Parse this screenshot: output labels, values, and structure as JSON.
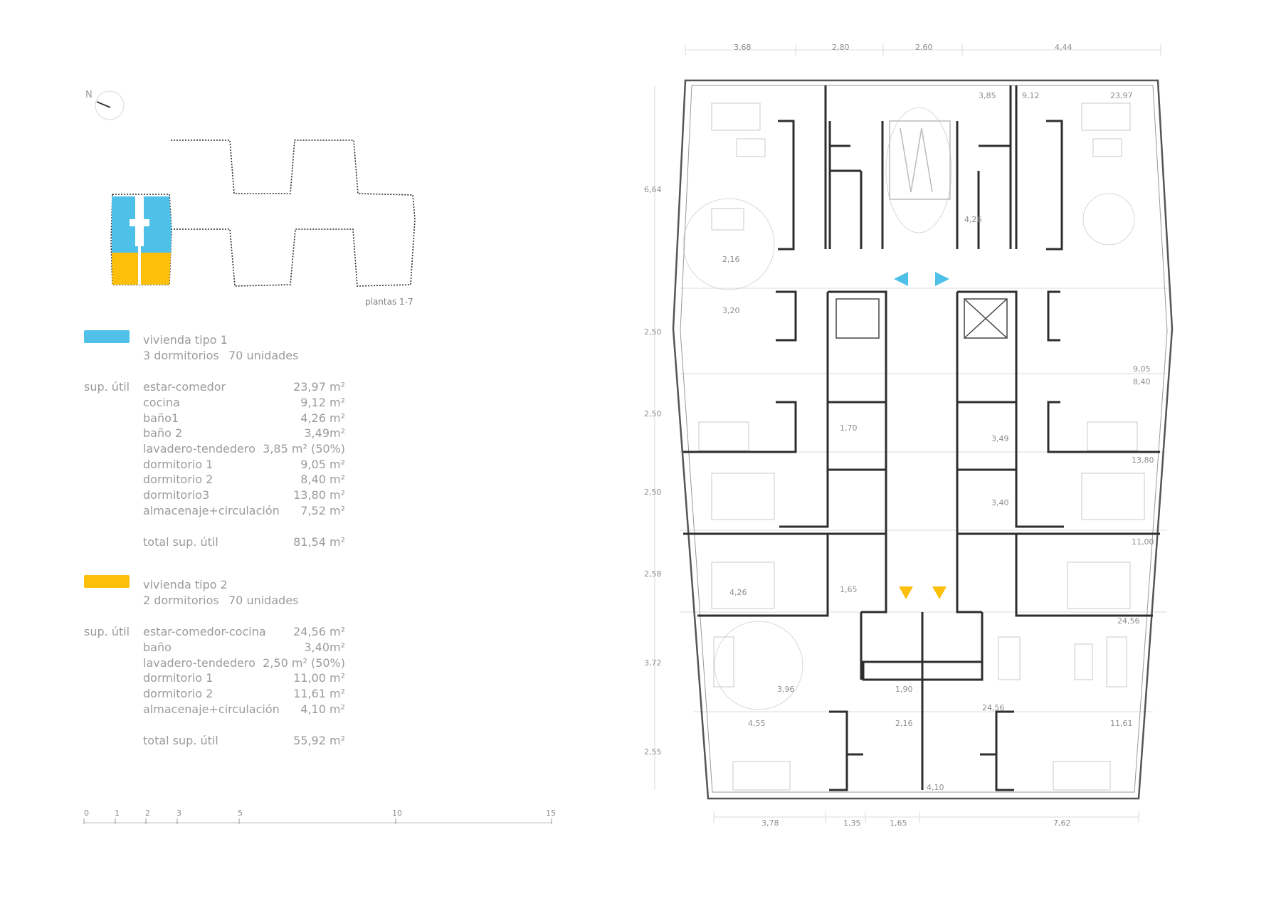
{
  "north_label": "N",
  "key_plan_label": "plantas 1-7",
  "colors": {
    "tipo1": "#4fc0e8",
    "tipo2": "#fbbf0c",
    "line": "#3c3c3c",
    "text": "#9b9b9b"
  },
  "units": [
    {
      "title": "vivienda tipo 1",
      "subtitle": "3 dormitorios",
      "count": "70 unidades",
      "area_heading": "sup. útil",
      "rooms": [
        {
          "name": "estar-comedor",
          "area": "23,97 m²"
        },
        {
          "name": "cocina",
          "area": "9,12 m²"
        },
        {
          "name": "baño1",
          "area": "4,26 m²"
        },
        {
          "name": "baño 2",
          "area": "3,49m²"
        },
        {
          "name": "lavadero-tendedero",
          "area": "3,85 m² (50%)"
        },
        {
          "name": "dormitorio 1",
          "area": "9,05 m²"
        },
        {
          "name": "dormitorio 2",
          "area": "8,40 m²"
        },
        {
          "name": "dormitorio3",
          "area": "13,80 m²"
        },
        {
          "name": "almacenaje+circulación",
          "area": "7,52 m²"
        }
      ],
      "total_label": "total sup. útil",
      "total": "81,54 m²"
    },
    {
      "title": "vivienda tipo 2",
      "subtitle": "2 dormitorios",
      "count": "70 unidades",
      "area_heading": "sup. útil",
      "rooms": [
        {
          "name": "estar-comedor-cocina",
          "area": "24,56 m²"
        },
        {
          "name": "baño",
          "area": "3,40m²"
        },
        {
          "name": "lavadero-tendedero",
          "area": "2,50 m² (50%)"
        },
        {
          "name": "dormitorio 1",
          "area": "11,00 m²"
        },
        {
          "name": "dormitorio 2",
          "area": "11,61 m²"
        },
        {
          "name": "almacenaje+circulación",
          "area": "4,10 m²"
        }
      ],
      "total_label": "total sup. útil",
      "total": "55,92 m²"
    }
  ],
  "scale_bar": [
    "0",
    "1",
    "2",
    "3",
    "5",
    "10",
    "15"
  ],
  "plan_dims": {
    "top": [
      "3,68",
      "2,80",
      "2,60",
      "4,44"
    ],
    "bottom": [
      "3,78",
      "1,35",
      "1,65",
      "7,62"
    ],
    "left": [
      "6,64",
      "2,50",
      "2,50",
      "2,50",
      "2,58",
      "3,72",
      "2,55"
    ],
    "rooms": [
      "3,85",
      "9,12",
      "23,97",
      "2,16",
      "4,26",
      "3,20",
      "9,05",
      "8,40",
      "3,49",
      "13,80",
      "3,40",
      "11,00",
      "4,26",
      "24,56",
      "11,61",
      "3,96",
      "24,56",
      "4,55",
      "2,16",
      "4,10",
      "1,90",
      "1,70",
      "1,65"
    ]
  }
}
